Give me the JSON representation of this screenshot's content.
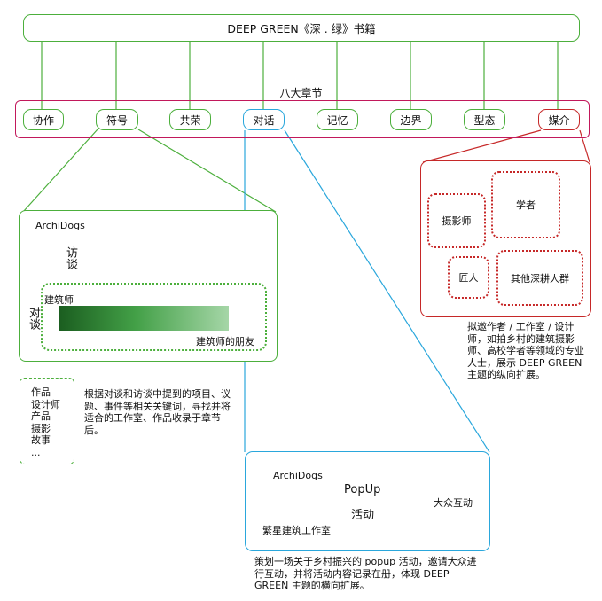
{
  "title": "DEEP GREEN《深 . 绿》书籍",
  "band_label": "八大章节",
  "chapters": [
    "协作",
    "符号",
    "共荣",
    "对话",
    "记忆",
    "边界",
    "型态",
    "媒介"
  ],
  "green_panel": {
    "archidogs": "ArchiDogs",
    "interview": "访谈",
    "dialogue": "对谈",
    "architect": "建筑师",
    "friends": "建筑师的朋友"
  },
  "list_items": [
    "作品",
    "设计师",
    "产品",
    "摄影",
    "故事",
    "..."
  ],
  "green_description": "根据对谈和访谈中提到的项目、议题、事件等相关关键词，寻找并将适合的工作室、作品收录于章节后。",
  "red_panel": {
    "photographer": "摄影师",
    "scholar": "学者",
    "craftsman": "匠人",
    "others": "其他深耕人群"
  },
  "red_description": "拟邀作者 / 工作室 / 设计师，如拍乡村的建筑摄影师、高校学者等领域的专业人士，展示 DEEP GREEN 主题的纵向扩展。",
  "blue_panel": {
    "archidogs": "ArchiDogs",
    "popup": "PopUp",
    "activity": "活动",
    "public": "大众互动",
    "studio": "繁星建筑工作室"
  },
  "blue_description": "策划一场关于乡村振兴的 popup 活动，邀请大众进行互动，并将活动内容记录在册，体现 DEEP GREEN 主题的横向扩展。",
  "colors": {
    "green": "#4caf3c",
    "red": "#c62828",
    "blue": "#2aa7dc",
    "magenta": "#c2185b"
  }
}
